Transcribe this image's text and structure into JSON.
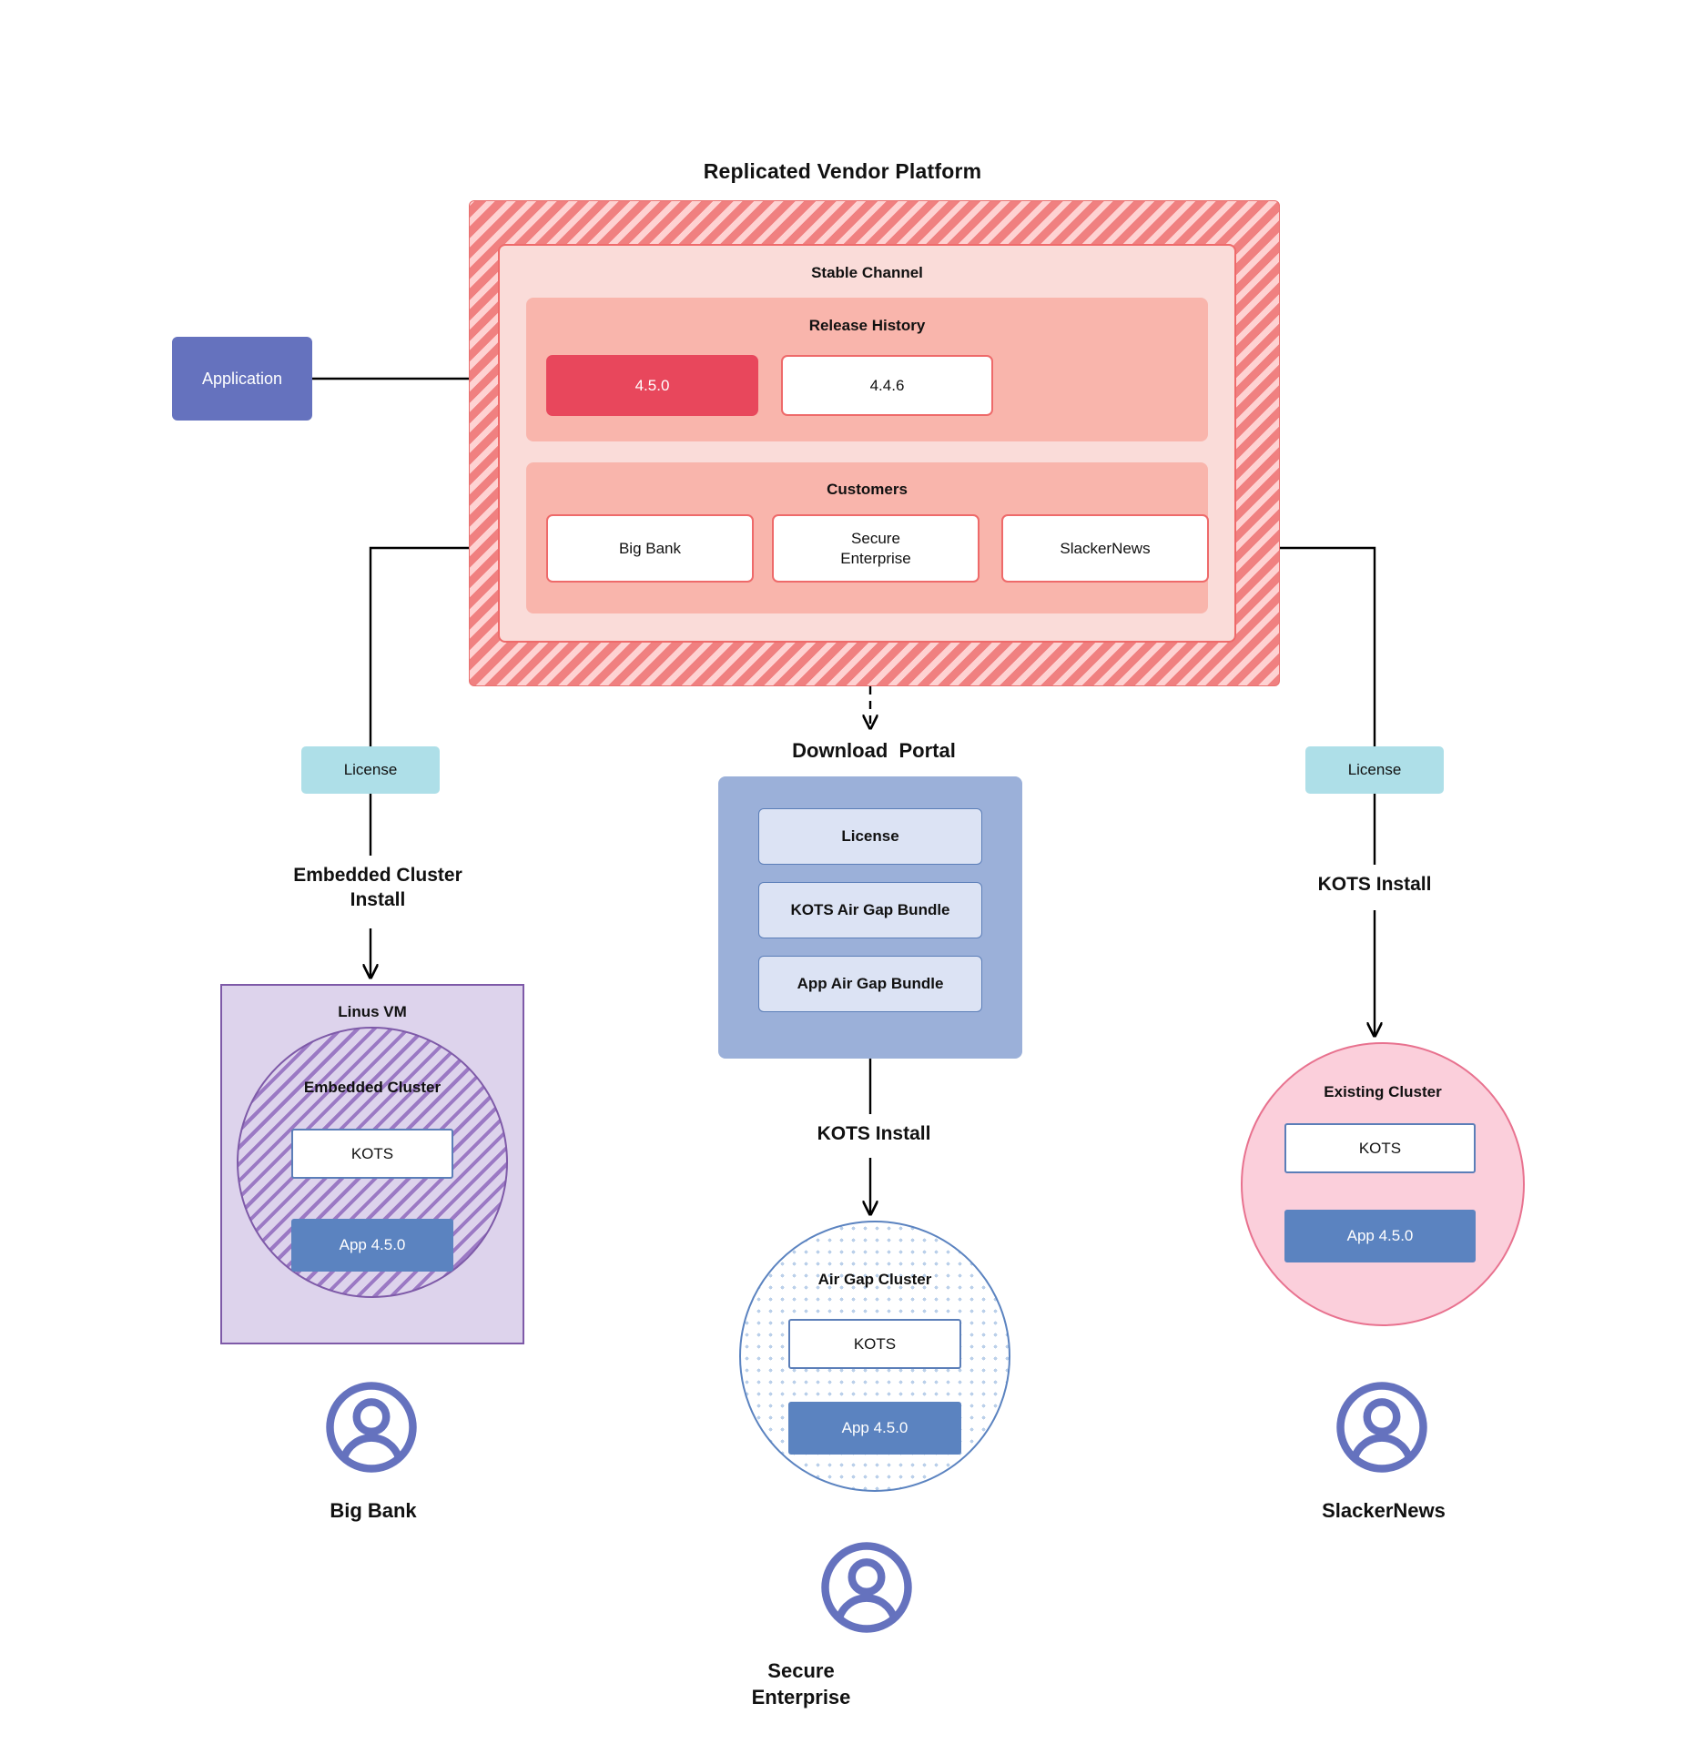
{
  "platform": {
    "title": "Replicated Vendor Platform",
    "stable_channel_label": "Stable Channel",
    "release_history_label": "Release History",
    "releases": [
      {
        "version": "4.5.0",
        "state": "current"
      },
      {
        "version": "4.4.6",
        "state": "previous"
      }
    ],
    "customers_label": "Customers",
    "customers": [
      "Big Bank",
      "Secure\nEnterprise",
      "SlackerNews"
    ]
  },
  "application": {
    "label": "Application"
  },
  "licenses": {
    "left_label": "License",
    "right_label": "License"
  },
  "install_labels": {
    "embedded_cluster": "Embedded Cluster\nInstall",
    "kots_right": "KOTS Install",
    "kots_center": "KOTS Install"
  },
  "download_portal": {
    "title": "Download  Portal",
    "items": [
      "License",
      "KOTS Air Gap Bundle",
      "App Air Gap Bundle"
    ]
  },
  "left_branch": {
    "vm_label": "Linus VM",
    "cluster_label": "Embedded Cluster",
    "kots_label": "KOTS",
    "app_label": "App 4.5.0",
    "person_name": "Big Bank"
  },
  "center_branch": {
    "cluster_label": "Air Gap Cluster",
    "kots_label": "KOTS",
    "app_label": "App 4.5.0",
    "person_name": "Secure\nEnterprise"
  },
  "right_branch": {
    "cluster_label": "Existing Cluster",
    "kots_label": "KOTS",
    "app_label": "App 4.5.0",
    "person_name": "SlackerNews"
  },
  "colors": {
    "platform_hatch": "#F08080",
    "channel_bg": "#FADCD9",
    "section_bg": "#F9B5AC",
    "release_current": "#E8475C",
    "release_border": "#EE6A6A",
    "application": "#6572BE",
    "license": "#AEDFE8",
    "portal_bg": "#9BB0D9",
    "portal_item": "#DCE3F4",
    "app_blue": "#5B83C0",
    "vm_purple": "#DDD3EC",
    "vm_border": "#7E5AA8",
    "existing_pink": "#FBCFDB",
    "existing_border": "#E8728F",
    "person": "#6572BE"
  }
}
